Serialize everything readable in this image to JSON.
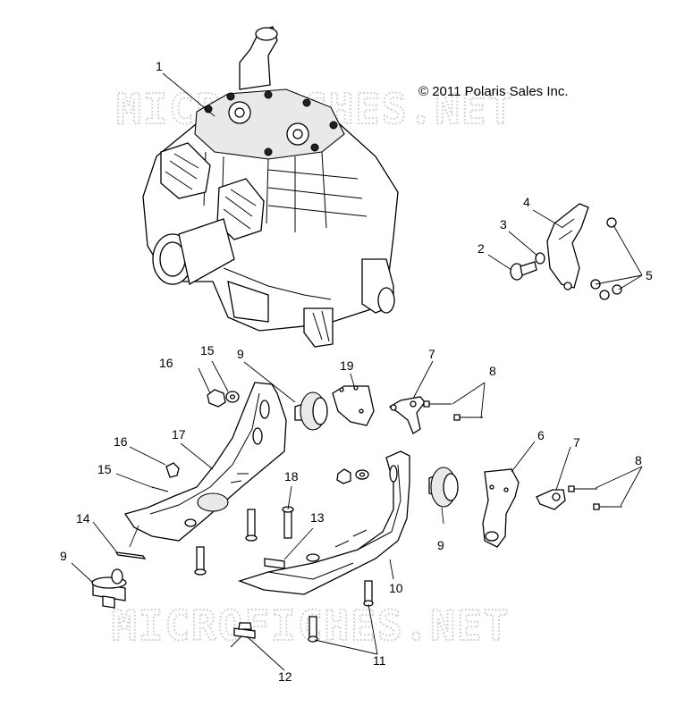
{
  "copyright": "© 2011 Polaris Sales Inc.",
  "watermark": "MICROFICHES.NET",
  "callouts": {
    "c1": "1",
    "c2": "2",
    "c3": "3",
    "c4": "4",
    "c5": "5",
    "c6": "6",
    "c7a": "7",
    "c7b": "7",
    "c8a": "8",
    "c8b": "8",
    "c9a": "9",
    "c9b": "9",
    "c9c": "9",
    "c10": "10",
    "c11": "11",
    "c12": "12",
    "c13": "13",
    "c14": "14",
    "c15a": "15",
    "c15b": "15",
    "c16a": "16",
    "c16b": "16",
    "c17": "17",
    "c18": "18",
    "c19": "19"
  }
}
